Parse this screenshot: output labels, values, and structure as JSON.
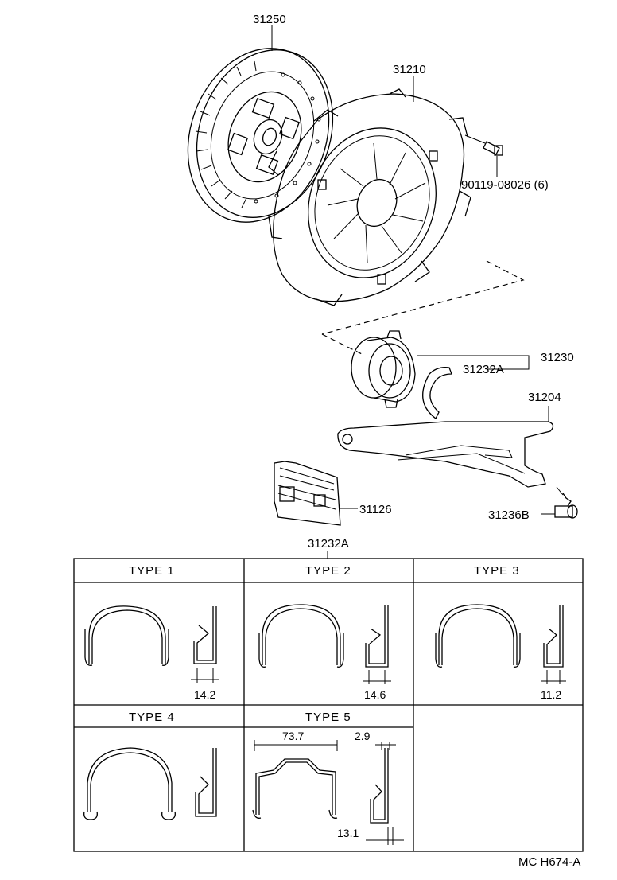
{
  "parts": {
    "disc": "31250",
    "cover": "31210",
    "bolt": "90119-08026 (6)",
    "bearing_assy": "31230",
    "clip_callout": "31232A",
    "fork": "31204",
    "boot": "31126",
    "support": "31236B"
  },
  "table": {
    "title": "31232A",
    "types": [
      "TYPE  1",
      "TYPE  2",
      "TYPE  3",
      "TYPE  4",
      "TYPE  5"
    ],
    "dims": {
      "t1": "14.2",
      "t2": "14.6",
      "t3": "11.2",
      "t5_width": "73.7",
      "t5_gap": "2.9",
      "t5_depth": "13.1"
    }
  },
  "figure_code": "MC H674-A"
}
